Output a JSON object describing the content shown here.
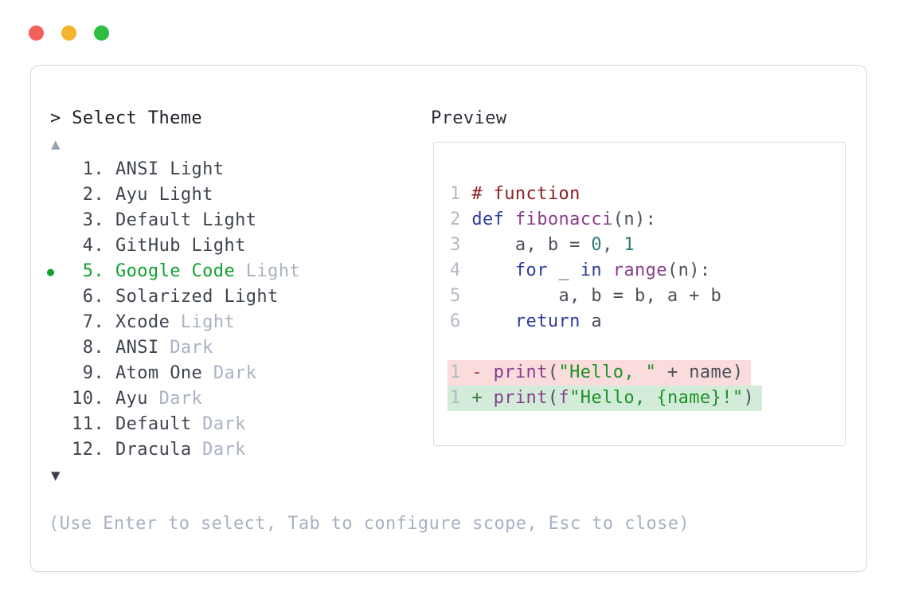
{
  "window_controls": {
    "close_color": "#f2605a",
    "minimize_color": "#f3b32c",
    "maximize_color": "#2dbe41"
  },
  "selector": {
    "header": "> Select Theme",
    "scroll_up": "▲",
    "scroll_down": "▼",
    "selected_marker": "●",
    "items": [
      {
        "num": "1.",
        "name": "ANSI Light",
        "muted": "",
        "selected": false
      },
      {
        "num": "2.",
        "name": "Ayu Light",
        "muted": "",
        "selected": false
      },
      {
        "num": "3.",
        "name": "Default Light",
        "muted": "",
        "selected": false
      },
      {
        "num": "4.",
        "name": "GitHub Light",
        "muted": "",
        "selected": false
      },
      {
        "num": "5.",
        "name": "Google Code",
        "muted": "Light",
        "selected": true
      },
      {
        "num": "6.",
        "name": "Solarized Light",
        "muted": "",
        "selected": false
      },
      {
        "num": "7.",
        "name": "Xcode",
        "muted": "Light",
        "selected": false
      },
      {
        "num": "8.",
        "name": "ANSI",
        "muted": "Dark",
        "selected": false
      },
      {
        "num": "9.",
        "name": "Atom One",
        "muted": "Dark",
        "selected": false
      },
      {
        "num": "10.",
        "name": "Ayu",
        "muted": "Dark",
        "selected": false
      },
      {
        "num": "11.",
        "name": "Default",
        "muted": "Dark",
        "selected": false
      },
      {
        "num": "12.",
        "name": "Dracula",
        "muted": "Dark",
        "selected": false
      }
    ],
    "hint": "(Use Enter to select, Tab to configure scope, Esc to close)"
  },
  "preview": {
    "label": "Preview",
    "lines": [
      {
        "num": "1",
        "diff": "",
        "tokens": [
          [
            "# function",
            "comment"
          ]
        ]
      },
      {
        "num": "2",
        "diff": "",
        "tokens": [
          [
            "def",
            "keyword"
          ],
          [
            " ",
            "plain"
          ],
          [
            "fibonacci",
            "name"
          ],
          [
            "(n):",
            "plain"
          ]
        ]
      },
      {
        "num": "3",
        "diff": "",
        "tokens": [
          [
            "    a, b = ",
            "plain"
          ],
          [
            "0",
            "literal"
          ],
          [
            ", ",
            "plain"
          ],
          [
            "1",
            "literal"
          ]
        ]
      },
      {
        "num": "4",
        "diff": "",
        "tokens": [
          [
            "    ",
            "plain"
          ],
          [
            "for",
            "keyword"
          ],
          [
            " _ ",
            "plain"
          ],
          [
            "in",
            "keyword"
          ],
          [
            " ",
            "plain"
          ],
          [
            "range",
            "name"
          ],
          [
            "(n):",
            "plain"
          ]
        ]
      },
      {
        "num": "5",
        "diff": "",
        "tokens": [
          [
            "        a, b = b, a + b",
            "plain"
          ]
        ]
      },
      {
        "num": "6",
        "diff": "",
        "tokens": [
          [
            "    ",
            "plain"
          ],
          [
            "return",
            "keyword"
          ],
          [
            " a",
            "plain"
          ]
        ]
      },
      {
        "num": "",
        "diff": "",
        "tokens": []
      },
      {
        "num": "1",
        "diff": "removed",
        "tokens": [
          [
            "- ",
            "minus"
          ],
          [
            "print",
            "name"
          ],
          [
            "(",
            "plain"
          ],
          [
            "\"Hello, \"",
            "string"
          ],
          [
            " + name)",
            "plain"
          ]
        ]
      },
      {
        "num": "1",
        "diff": "added",
        "tokens": [
          [
            "+ ",
            "plus"
          ],
          [
            "print",
            "name"
          ],
          [
            "(",
            "plain"
          ],
          [
            "f",
            "name"
          ],
          [
            "\"Hello, {name}!\"",
            "string"
          ],
          [
            ")",
            "plain"
          ]
        ]
      }
    ]
  },
  "colors": {
    "accent_green": "#12a130",
    "muted_text": "#a9b2c3",
    "list_text": "#3e444e",
    "header_text": "#181b21",
    "panel_border": "#d6dae1",
    "scroll_up": "#97a2b4",
    "scroll_down": "#3a3f47",
    "diff": {
      "removed_bg": "#fadcdc",
      "added_bg": "#d3ecd9"
    },
    "tokens": {
      "comment": "#8c2020",
      "keyword": "#303c9e",
      "name": "#8a3e8e",
      "literal": "#2b7a77",
      "string": "#1c9127",
      "plain": "#4b5059",
      "minus": "#b23434",
      "plus": "#3a7d44",
      "line_number": "#b3bac4"
    }
  }
}
